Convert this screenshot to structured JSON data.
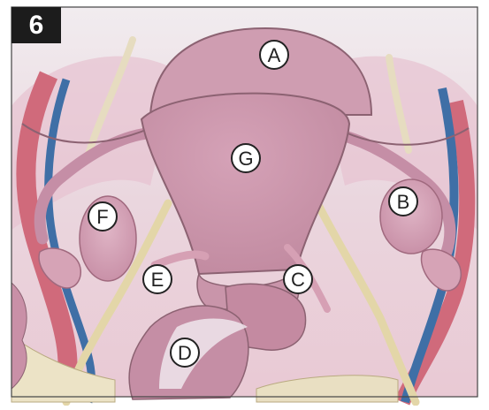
{
  "figure": {
    "number": "6"
  },
  "labels": {
    "a": "A",
    "b": "B",
    "c": "C",
    "d": "D",
    "e": "E",
    "f": "F",
    "g": "G"
  }
}
